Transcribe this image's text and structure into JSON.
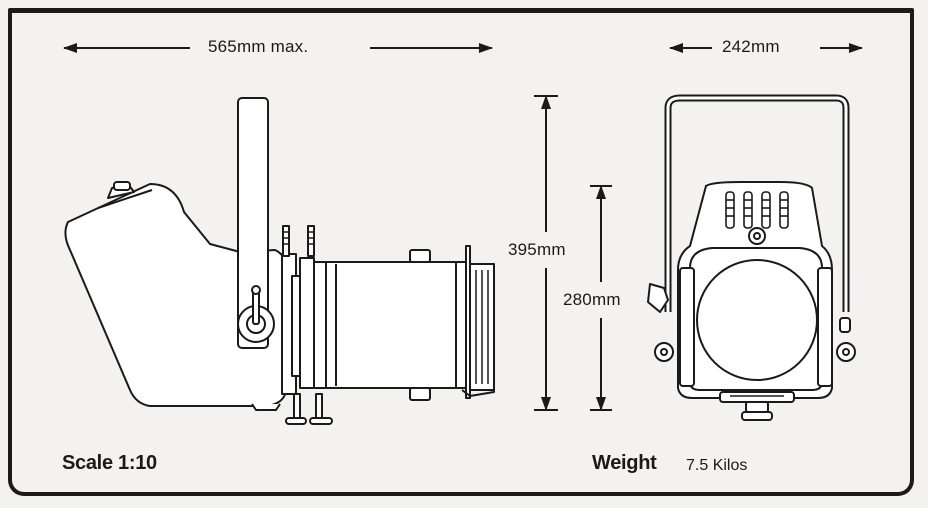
{
  "dimensions": {
    "length": "565mm max.",
    "width": "242mm",
    "height_overall": "395mm",
    "height_body": "280mm"
  },
  "footer": {
    "scale": "Scale 1:10",
    "weight_label": "Weight",
    "weight_value": "7.5 Kilos"
  }
}
